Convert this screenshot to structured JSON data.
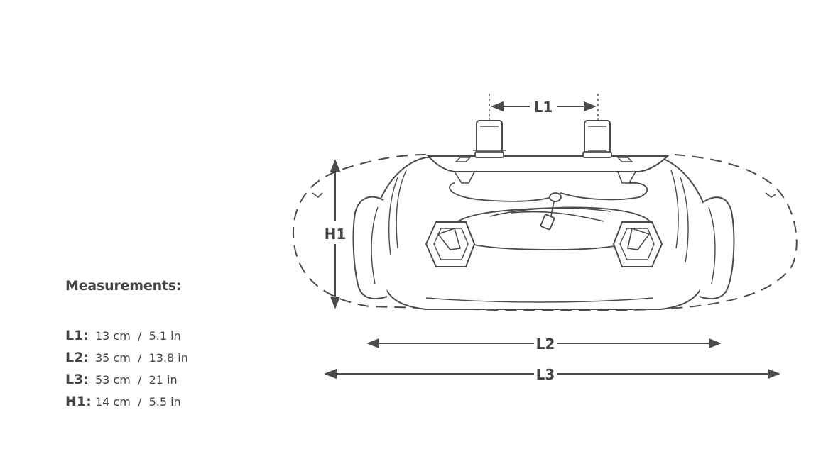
{
  "diagram": {
    "dimension_labels": {
      "l1": "L1",
      "l2": "L2",
      "l3": "L3",
      "h1": "H1"
    }
  },
  "legend": {
    "title": "Measurements:",
    "rows": [
      {
        "key": "L1:",
        "value": "13 cm  /  5.1 in"
      },
      {
        "key": "L2:",
        "value": "35 cm  /  13.8 in"
      },
      {
        "key": "L3:",
        "value": "53 cm  /  21 in"
      },
      {
        "key": "H1:",
        "value": "14 cm  /  5.5 in"
      }
    ]
  },
  "colors": {
    "line": "#4a4a4a",
    "text": "#444444",
    "background": "#ffffff"
  }
}
